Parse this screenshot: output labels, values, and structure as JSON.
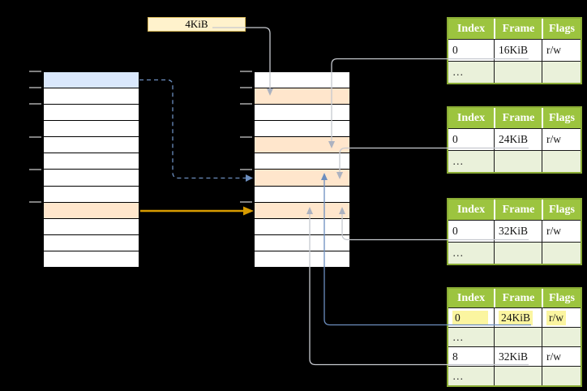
{
  "colors": {
    "background": "#000000",
    "peach": "#FFE6CC",
    "blue_row": "#DAE8FC",
    "label_bg": "#FFF2CC",
    "label_border": "#D6B656",
    "green_header": "#9CC43F",
    "green_light": "#EAF1DA",
    "green_border": "#8AAC35",
    "hl_yellow": "#FBF5A0",
    "arrow_gray": "#C6C9CF",
    "arrow_gray_head": "#ACB2C0",
    "arrow_blue": "#6C8EBF",
    "arrow_orange": "#D79B00",
    "tick": "#7F7F7F"
  },
  "size_label": {
    "text": "4KiB"
  },
  "memory": {
    "left": {
      "name": "virtual-memory",
      "rows": 12,
      "highlights": {
        "0": "blue",
        "8": "orange"
      }
    },
    "middle": {
      "name": "physical-memory",
      "rows": 12,
      "highlights": {
        "1": "orange",
        "4": "orange",
        "6": "orange",
        "8": "orange"
      }
    }
  },
  "table_headers": [
    "Index",
    "Frame",
    "Flags"
  ],
  "frame_tables": [
    {
      "name": "page-table-1",
      "rows": [
        {
          "cells": [
            "0",
            "16KiB",
            "r/w"
          ],
          "dots": false,
          "highlight": false
        },
        {
          "cells": [
            "…",
            "",
            ""
          ],
          "dots": true,
          "highlight": false
        }
      ]
    },
    {
      "name": "page-table-2",
      "rows": [
        {
          "cells": [
            "0",
            "24KiB",
            "r/w"
          ],
          "dots": false,
          "highlight": false
        },
        {
          "cells": [
            "…",
            "",
            ""
          ],
          "dots": true,
          "highlight": false
        }
      ]
    },
    {
      "name": "page-table-3",
      "rows": [
        {
          "cells": [
            "0",
            "32KiB",
            "r/w"
          ],
          "dots": false,
          "highlight": false
        },
        {
          "cells": [
            "…",
            "",
            ""
          ],
          "dots": true,
          "highlight": false
        }
      ]
    },
    {
      "name": "page-table-4",
      "rows": [
        {
          "cells": [
            "0",
            "24KiB",
            "r/w"
          ],
          "dots": false,
          "highlight": true
        },
        {
          "cells": [
            "…",
            "",
            ""
          ],
          "dots": true,
          "highlight": false
        },
        {
          "cells": [
            "8",
            "32KiB",
            "r/w"
          ],
          "dots": false,
          "highlight": false
        },
        {
          "cells": [
            "…",
            "",
            ""
          ],
          "dots": true,
          "highlight": false
        }
      ]
    }
  ]
}
